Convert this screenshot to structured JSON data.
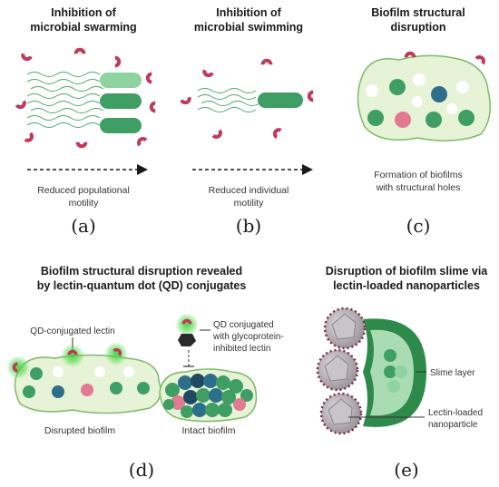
{
  "colors": {
    "lectin": "#c0395a",
    "biofilm_fill": "#e6f3d6",
    "biofilm_stroke": "#7fb96a",
    "cell_green": "#3f9e63",
    "cell_light": "#8fd3a0",
    "cell_pink": "#e27a91",
    "cell_blue": "#2d6e8a",
    "qd_glow": "#3fd43a",
    "slime_dark": "#2e8a4b",
    "nanoparticle": "#b5b0b5"
  },
  "panels": [
    {
      "title_lines": [
        "Inhibition of",
        "microbial swarming"
      ],
      "caption_lines": [
        "Reduced populational",
        "motility"
      ],
      "letter": "(a)"
    },
    {
      "title_lines": [
        "Inhibition of",
        "microbial swimming"
      ],
      "caption_lines": [
        "Reduced individual",
        "motility"
      ],
      "letter": "(b)"
    },
    {
      "title_lines": [
        "Biofilm structural",
        "disruption"
      ],
      "caption_lines": [
        "Formation of biofilms",
        "with structural holes"
      ],
      "letter": "(c)"
    },
    {
      "title_lines": [
        "Biofilm structural disruption revealed",
        "by lectin-quantum dot (QD) conjugates"
      ],
      "labels": {
        "qd_lectin": "QD-conjugated lectin",
        "qd_inhibited_lines": [
          "QD conjugated",
          "with glycoprotein-",
          "inhibited lectin"
        ],
        "disrupted": "Disrupted biofilm",
        "intact": "Intact biofilm"
      },
      "letter": "(d)"
    },
    {
      "title_lines": [
        "Disruption of biofilm slime via",
        "lectin-loaded nanoparticles"
      ],
      "labels": {
        "slime": "Slime layer",
        "nanoparticle_lines": [
          "Lectin-loaded",
          "nanoparticle"
        ]
      },
      "letter": "(e)"
    }
  ]
}
